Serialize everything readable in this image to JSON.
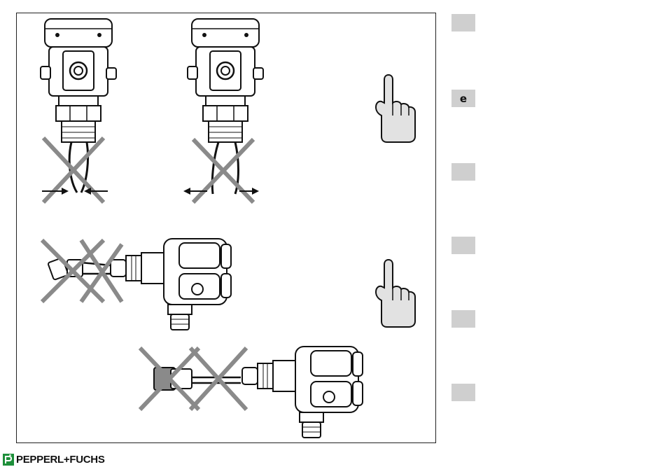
{
  "side_tabs": [
    {
      "label": ""
    },
    {
      "label": "e"
    },
    {
      "label": ""
    },
    {
      "label": ""
    },
    {
      "label": ""
    },
    {
      "label": ""
    }
  ],
  "footer": {
    "brand": "PEPPERL+FUCHS"
  },
  "figure": {
    "items": [
      {
        "kind": "vertical-switch",
        "action": "tines-squeezed",
        "status": "forbidden"
      },
      {
        "kind": "vertical-switch",
        "action": "tines-spread",
        "status": "forbidden"
      },
      {
        "kind": "pointing-hand",
        "meaning": "attention"
      },
      {
        "kind": "horizontal-switch",
        "action": "tines-bent",
        "status": "forbidden"
      },
      {
        "kind": "pointing-hand",
        "meaning": "attention"
      },
      {
        "kind": "horizontal-switch",
        "action": "tines-loaded",
        "status": "forbidden"
      }
    ]
  },
  "colors": {
    "tab_gray": "#cfcfcf",
    "brand_green": "#1d8f3a",
    "cross_gray": "#8a8a8a",
    "hand_fill": "#e2e2e2"
  }
}
